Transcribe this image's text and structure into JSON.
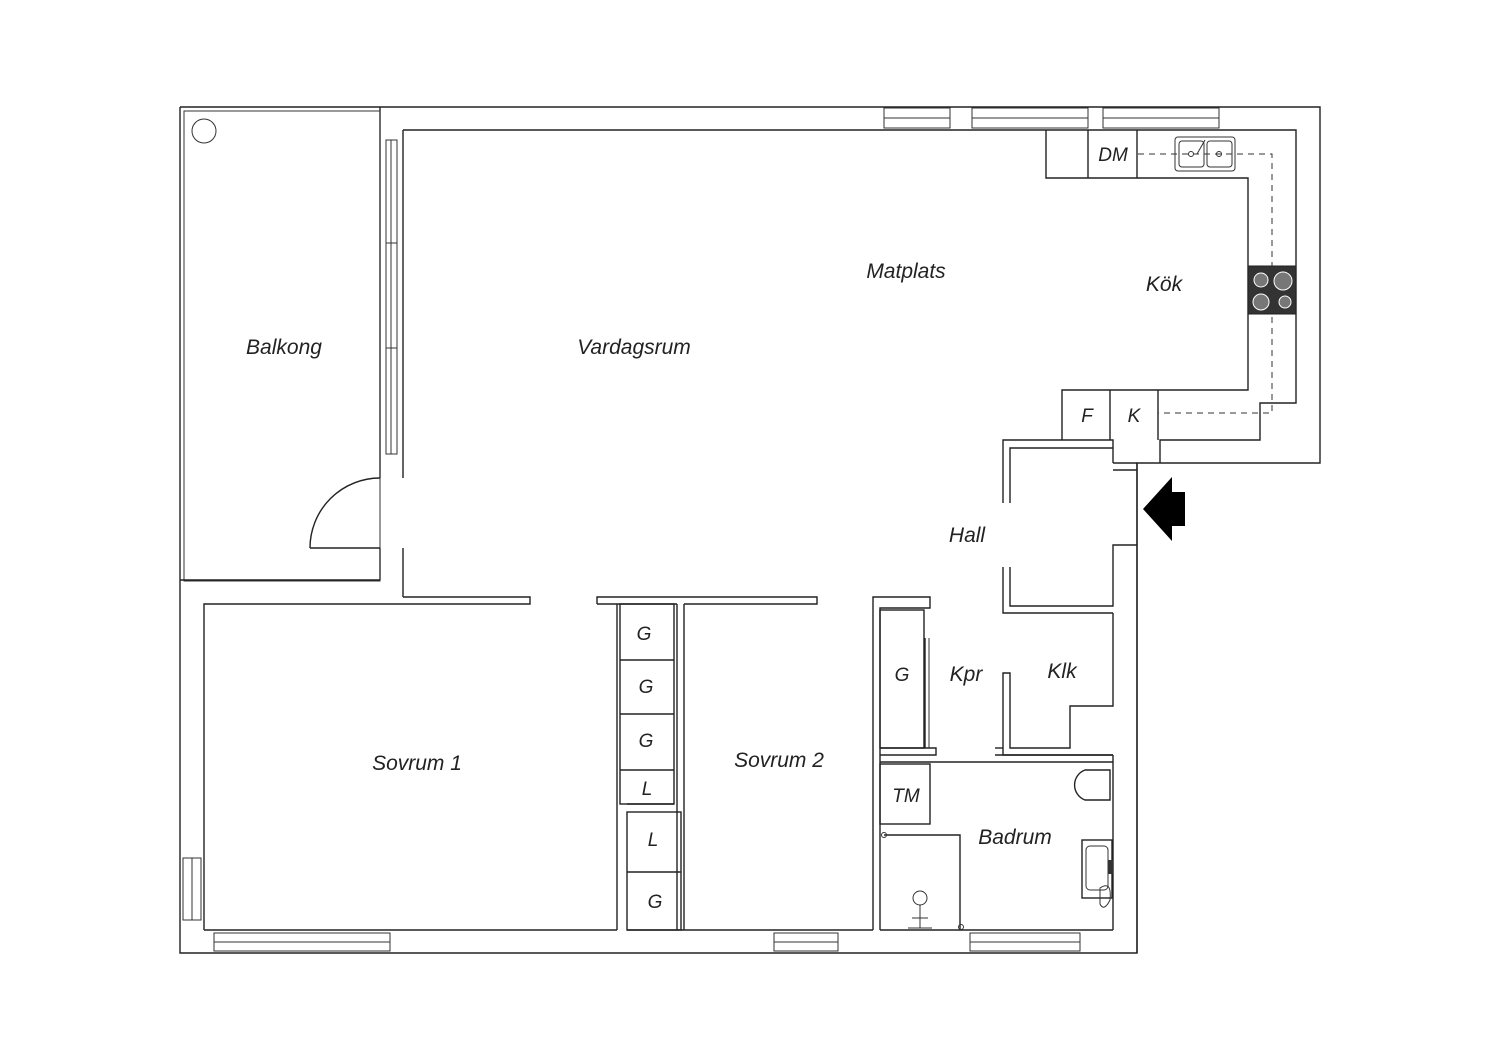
{
  "rooms": {
    "balkong": "Balkong",
    "vardagsrum": "Vardagsrum",
    "matplats": "Matplats",
    "kok": "Kök",
    "hall": "Hall",
    "sovrum1": "Sovrum 1",
    "sovrum2": "Sovrum 2",
    "kpr": "Kpr",
    "klk": "Klk",
    "badrum": "Badrum"
  },
  "fixtures": {
    "dm": "DM",
    "f": "F",
    "k": "K",
    "tm": "TM",
    "g": "G",
    "l": "L"
  },
  "colors": {
    "line": "#222222",
    "stove": "#333333",
    "entrance_arrow": "#000000"
  },
  "icons": {
    "entrance": "entrance-arrow-icon",
    "stove": "stove-icon",
    "sink": "kitchen-sink-icon",
    "toilet": "toilet-icon",
    "washbasin": "washbasin-icon",
    "shower": "shower-icon"
  }
}
